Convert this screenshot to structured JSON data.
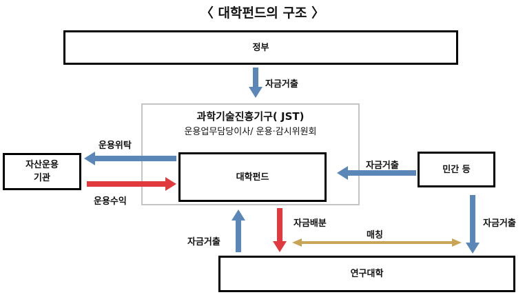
{
  "title": "〈 대학펀드의 구조 〉",
  "nodes": {
    "government": "정부",
    "jst_name": "과학기술진흥기구( JST)",
    "jst_committee": "운용업무담당이사/ 운용·감시위원회",
    "university_fund": "대학펀드",
    "asset_manager_line1": "자산운용",
    "asset_manager_line2": "기관",
    "private": "민간 등",
    "research_university": "연구대학"
  },
  "edges": {
    "gov_to_jst": "자금거출",
    "fund_to_manager": "운용위탁",
    "manager_to_fund": "운용수익",
    "private_to_fund": "자금거출",
    "university_to_fund": "자금거출",
    "fund_to_university": "자금배분",
    "matching": "매칭",
    "private_to_university": "자금거출"
  },
  "colors": {
    "blue_arrow": "#5b86b8",
    "red_arrow": "#e03a3e",
    "gold_arrow": "#c9a456",
    "jst_border": "#c4c4c4"
  }
}
